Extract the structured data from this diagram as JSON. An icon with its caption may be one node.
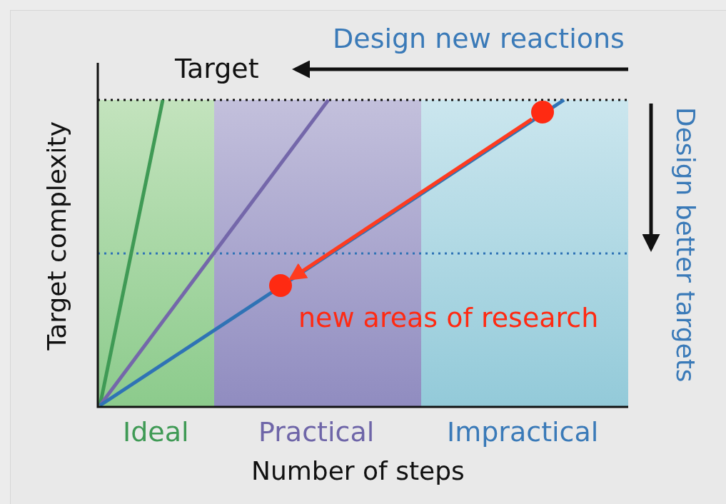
{
  "diagram": {
    "nodes": [
      {
        "text": [],
        "shape": "circle"
      },
      {
        "text": [],
        "shape": "circle"
      }
    ],
    "edges": [
      {
        "from": 0,
        "to": 1,
        "arrow": "to"
      }
    ],
    "labels": [
      "Design new reactions",
      "Target",
      "Target complexity",
      "Design better targets",
      "new areas of research",
      "Ideal",
      "Practical",
      "Impractical",
      "Number of steps"
    ]
  }
}
